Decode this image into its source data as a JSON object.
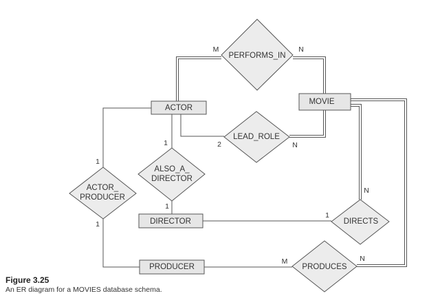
{
  "diagram": {
    "type": "ER diagram",
    "entities": [
      {
        "id": "actor",
        "label": "ACTOR"
      },
      {
        "id": "movie",
        "label": "MOVIE"
      },
      {
        "id": "director",
        "label": "DIRECTOR"
      },
      {
        "id": "producer",
        "label": "PRODUCER"
      }
    ],
    "relationships": [
      {
        "id": "performs_in",
        "label": "PERFORMS_IN",
        "ends": [
          {
            "entity": "actor",
            "cardinality": "M",
            "participation": "total"
          },
          {
            "entity": "movie",
            "cardinality": "N",
            "participation": "total"
          }
        ]
      },
      {
        "id": "lead_role",
        "label": "LEAD_ROLE",
        "ends": [
          {
            "entity": "actor",
            "cardinality": "2",
            "participation": "partial"
          },
          {
            "entity": "movie",
            "cardinality": "N",
            "participation": "total"
          }
        ]
      },
      {
        "id": "also_a_director",
        "label": [
          "ALSO_A_",
          "DIRECTOR"
        ],
        "ends": [
          {
            "entity": "actor",
            "cardinality": "1",
            "participation": "partial"
          },
          {
            "entity": "director",
            "cardinality": "1",
            "participation": "partial"
          }
        ]
      },
      {
        "id": "actor_producer",
        "label": [
          "ACTOR_",
          "PRODUCER"
        ],
        "ends": [
          {
            "entity": "actor",
            "cardinality": "1",
            "participation": "partial"
          },
          {
            "entity": "producer",
            "cardinality": "1",
            "participation": "partial"
          }
        ]
      },
      {
        "id": "directs",
        "label": "DIRECTS",
        "ends": [
          {
            "entity": "director",
            "cardinality": "1",
            "participation": "partial"
          },
          {
            "entity": "movie",
            "cardinality": "N",
            "participation": "total"
          }
        ]
      },
      {
        "id": "produces",
        "label": "PRODUCES",
        "ends": [
          {
            "entity": "producer",
            "cardinality": "M",
            "participation": "partial"
          },
          {
            "entity": "movie",
            "cardinality": "N",
            "participation": "total"
          }
        ]
      }
    ]
  },
  "labels": {
    "actor": "ACTOR",
    "movie": "MOVIE",
    "director": "DIRECTOR",
    "producer": "PRODUCER",
    "performs_in": "PERFORMS_IN",
    "lead_role": "LEAD_ROLE",
    "also_a_director_1": "ALSO_A_",
    "also_a_director_2": "DIRECTOR",
    "actor_producer_1": "ACTOR_",
    "actor_producer_2": "PRODUCER",
    "directs": "DIRECTS",
    "produces": "PRODUCES"
  },
  "cardinalities": {
    "performs_in_actor": "M",
    "performs_in_movie": "N",
    "lead_role_actor": "2",
    "lead_role_movie": "N",
    "also_a_director_actor": "1",
    "also_a_director_director": "1",
    "actor_producer_actor": "1",
    "actor_producer_producer": "1",
    "directs_director": "1",
    "directs_movie": "N",
    "produces_producer": "M",
    "produces_movie": "N"
  },
  "caption": {
    "figure": "Figure 3.25",
    "text": "An ER diagram for a MOVIES database schema."
  },
  "colors": {
    "entity_fill": "#e6e6e6",
    "relationship_fill": "#ececec",
    "stroke": "#555555"
  }
}
